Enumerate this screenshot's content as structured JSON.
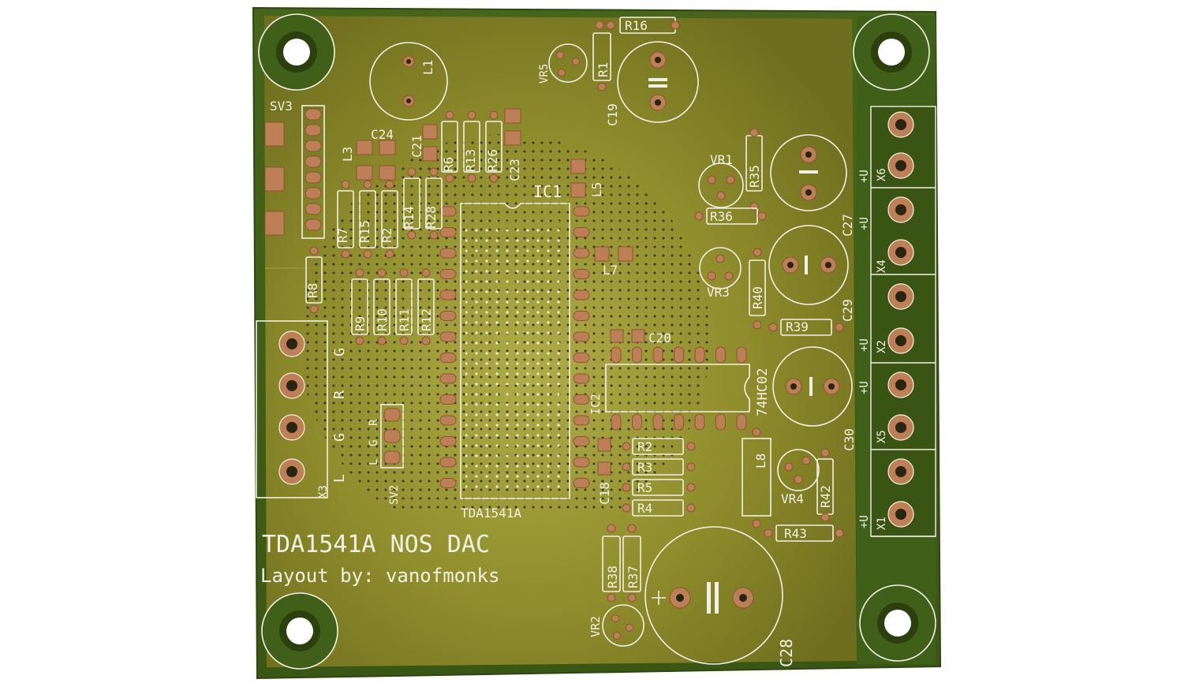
{
  "board": {
    "title": "TDA1541A NOS DAC",
    "credit": "Layout by: vanofmonks",
    "colors": {
      "mask": "#8a8a28",
      "mask_light": "#a5a23c",
      "edge": "#3f5e16",
      "copper_pad": "#bd7f55",
      "silkscreen": "#f2f0e4"
    }
  },
  "designators": {
    "ic1": "IC1",
    "ic1_part": "TDA1541A",
    "ic2": "IC2",
    "ic2_part": "74HC02",
    "sv3": "SV3",
    "sv2": "SV2",
    "l1": "L1",
    "l3": "L3",
    "l5": "L5",
    "l7": "L7",
    "l8": "L8",
    "vr1": "VR1",
    "vr2": "VR2",
    "vr3": "VR3",
    "vr4": "VR4",
    "vr5": "VR5",
    "c18": "C18",
    "c19": "C19",
    "c20": "C20",
    "c21": "C21",
    "c23": "C23",
    "c24": "C24",
    "c27": "C27",
    "c28": "C28",
    "c29": "C29",
    "c30": "C30",
    "r1": "R1",
    "r2": "R2",
    "r3": "R3",
    "r4": "R4",
    "r5": "R5",
    "r6": "R6",
    "r7": "R7",
    "r8": "R8",
    "r9": "R9",
    "r10": "R10",
    "r11": "R11",
    "r12": "R12",
    "r13": "R13",
    "r14": "R14",
    "r15": "R15",
    "r16": "R16",
    "r26": "R26",
    "r28": "R28",
    "r35": "R35",
    "r36": "R36",
    "r37": "R37",
    "r38": "R38",
    "r39": "R39",
    "r40": "R40",
    "r42": "R42",
    "r43": "R43",
    "x1": "X1",
    "x2": "X2",
    "x3": "X3",
    "x4": "X4",
    "x5": "X5",
    "x6": "X6"
  },
  "connector_labels": {
    "x3_pins": [
      "G",
      "R",
      "G",
      "L"
    ],
    "sv2_pins": [
      "L",
      "G",
      "R"
    ],
    "supply": "+U"
  }
}
